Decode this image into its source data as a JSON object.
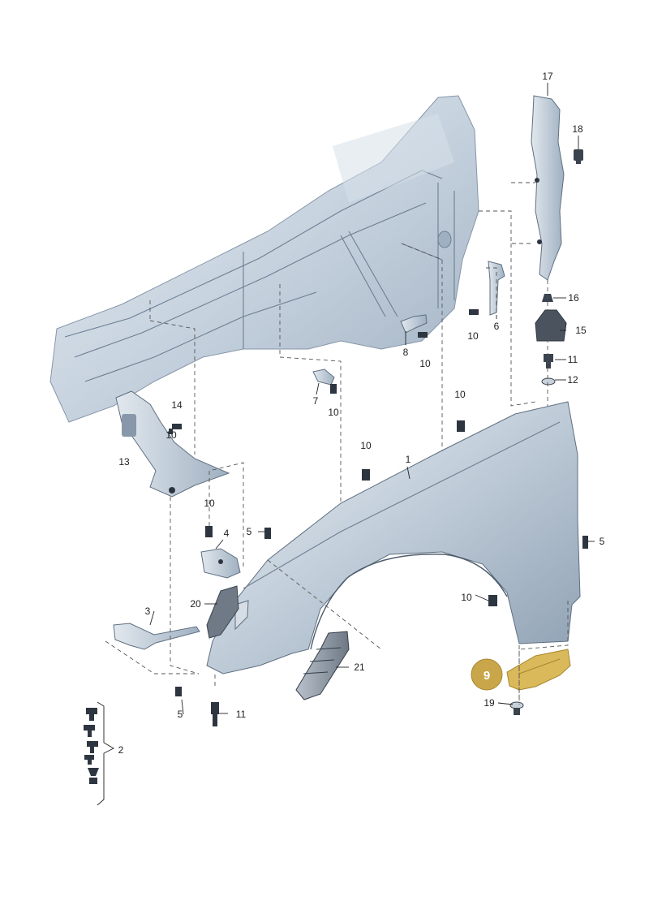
{
  "diagram": {
    "highlight_color": "#c9a64a",
    "callouts": {
      "c1": "1",
      "c2": "2",
      "c3": "3",
      "c4": "4",
      "c5a": "5",
      "c5b": "5",
      "c5c": "5",
      "c6": "6",
      "c7": "7",
      "c8": "8",
      "c9": "9",
      "c10a": "10",
      "c10b": "10",
      "c10c": "10",
      "c10d": "10",
      "c10e": "10",
      "c10f": "10",
      "c10g": "10",
      "c11a": "11",
      "c11b": "11",
      "c12": "12",
      "c13": "13",
      "c14": "14",
      "c15": "15",
      "c16": "16",
      "c17": "17",
      "c18": "18",
      "c19": "19",
      "c20": "20",
      "c21": "21"
    }
  }
}
